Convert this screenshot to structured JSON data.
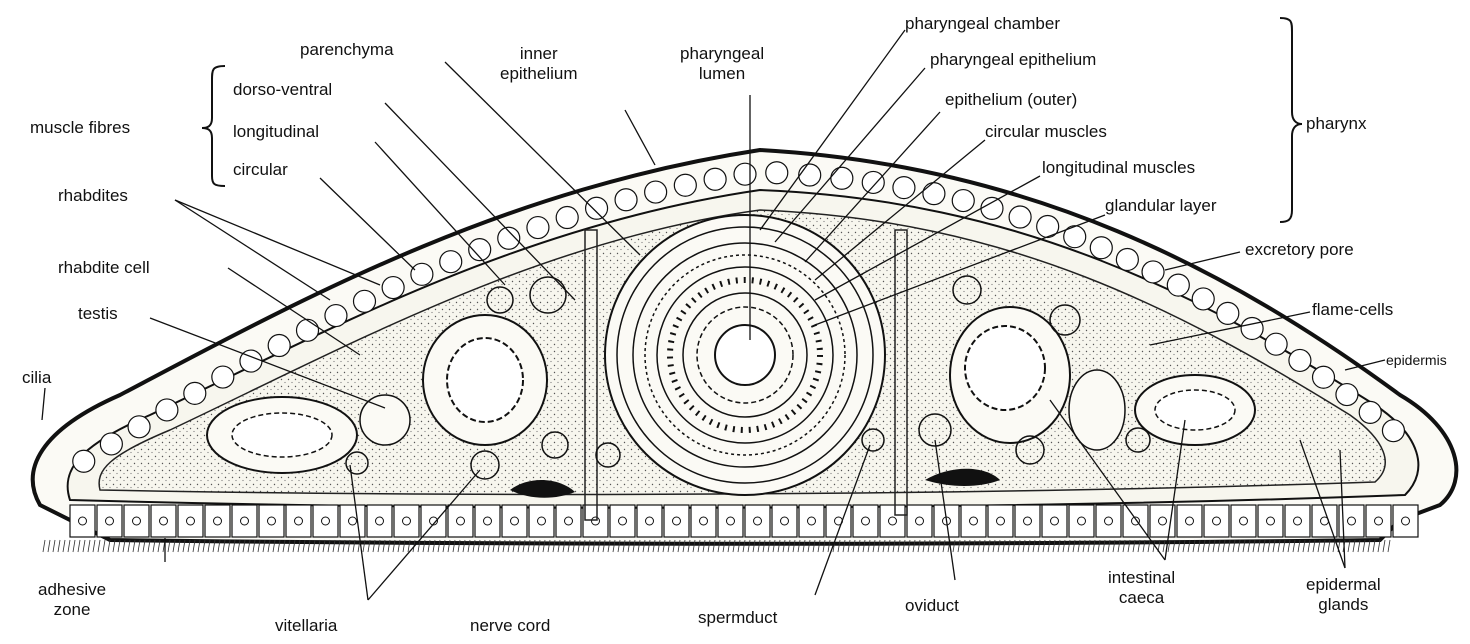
{
  "labels": {
    "muscle_fibres": "muscle fibres",
    "dorso_ventral": "dorso-ventral",
    "longitudinal": "longitudinal",
    "circular": "circular",
    "parenchyma": "parenchyma",
    "inner_epithelium": "inner\nepithelium",
    "pharyngeal_lumen": "pharyngeal\nlumen",
    "pharyngeal_chamber": "pharyngeal chamber",
    "pharyngeal_epithelium": "pharyngeal epithelium",
    "epithelium_outer": "epithelium (outer)",
    "circular_muscles": "circular muscles",
    "longitudinal_muscles": "longitudinal muscles",
    "glandular_layer": "glandular layer",
    "pharynx": "pharynx",
    "rhabdites": "rhabdites",
    "rhabdite_cell": "rhabdite cell",
    "testis": "testis",
    "cilia": "cilia",
    "excretory_pore": "excretory pore",
    "flame_cells": "flame-cells",
    "epidermis": "epidermis",
    "adhesive_zone": "adhesive\nzone",
    "vitellaria": "vitellaria",
    "nerve_cord": "nerve cord",
    "spermduct": "spermduct",
    "oviduct": "oviduct",
    "intestinal_caeca": "intestinal\ncaeca",
    "epidermal_glands": "epidermal\nglands"
  }
}
